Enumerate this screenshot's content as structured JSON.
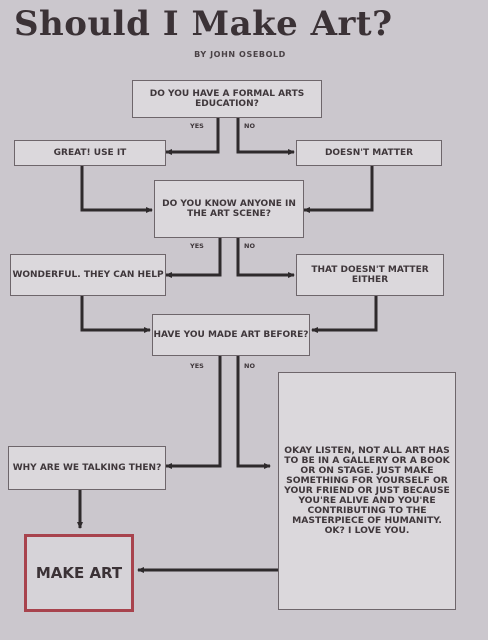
{
  "title": "Should I Make Art?",
  "byline": "BY JOHN OSEBOLD",
  "colors": {
    "final_box_border": "#a8434d",
    "lines": "#2e2a2c",
    "paper": "#cbc7cd"
  },
  "nodes": {
    "q1": "DO YOU HAVE A FORMAL ARTS EDUCATION?",
    "q1_yes": "GREAT! USE IT",
    "q1_no": "DOESN'T MATTER",
    "q2": "DO YOU KNOW ANYONE IN THE ART SCENE?",
    "q2_yes": "WONDERFUL. THEY CAN HELP",
    "q2_no": "THAT DOESN'T MATTER EITHER",
    "q3": "HAVE YOU MADE ART BEFORE?",
    "q3_yes": "WHY ARE WE TALKING THEN?",
    "q3_no": "OKAY LISTEN, NOT ALL ART HAS TO BE IN A GALLERY OR A BOOK OR ON STAGE. JUST MAKE SOMETHING FOR YOURSELF OR YOUR FRIEND OR JUST BECAUSE YOU'RE ALIVE AND YOU'RE CONTRIBUTING TO THE MASTERPIECE OF HUMANITY. OK? I LOVE YOU.",
    "final": "MAKE ART"
  },
  "labels": {
    "yes": "YES",
    "no": "NO"
  }
}
